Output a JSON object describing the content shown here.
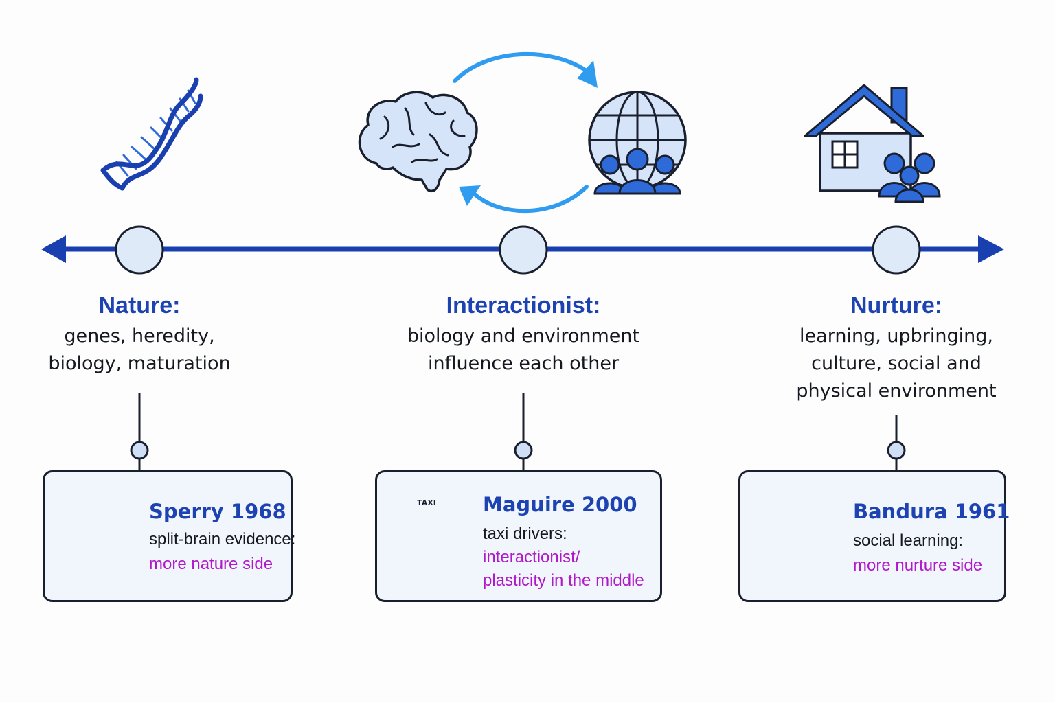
{
  "axis": {
    "left_arrow_label": "",
    "right_arrow_label": ""
  },
  "positions": [
    {
      "key": "nature",
      "title": "Nature:",
      "description": [
        "genes, heredity,",
        "biology, maturation"
      ],
      "icon": "dna-icon"
    },
    {
      "key": "interactionist",
      "title": "Interactionist:",
      "description": [
        "biology and environment",
        "influence each other"
      ],
      "icon": "brain-environment-cycle-icon"
    },
    {
      "key": "nurture",
      "title": "Nurture:",
      "description": [
        "learning, upbringing,",
        "culture, social and",
        "physical environment"
      ],
      "icon": "house-family-icon"
    }
  ],
  "studies": [
    {
      "key": "sperry",
      "title": "Sperry 1968",
      "line1": "split-brain evidence:",
      "line2": "more nature side",
      "line3": "",
      "icon": "split-brain-icon"
    },
    {
      "key": "maguire",
      "title": "Maguire 2000",
      "line1": "taxi drivers:",
      "line2": "interactionist/",
      "line3": "plasticity in the middle",
      "icon": "taxi-icon",
      "taxi_sign": "TAXI"
    },
    {
      "key": "bandura",
      "title": "Bandura 1961",
      "line1": "social learning:",
      "line2": "more nurture side",
      "line3": "",
      "icon": "speech-group-icon"
    }
  ],
  "colors": {
    "axis": "#1a3fae",
    "title": "#1d43b3",
    "accent": "#b019c9",
    "icon_fill": "#d5e4f8",
    "icon_dark": "#2f6ad9",
    "cycle_arrow": "#2f9cf0",
    "outline": "#1a1f2e"
  }
}
